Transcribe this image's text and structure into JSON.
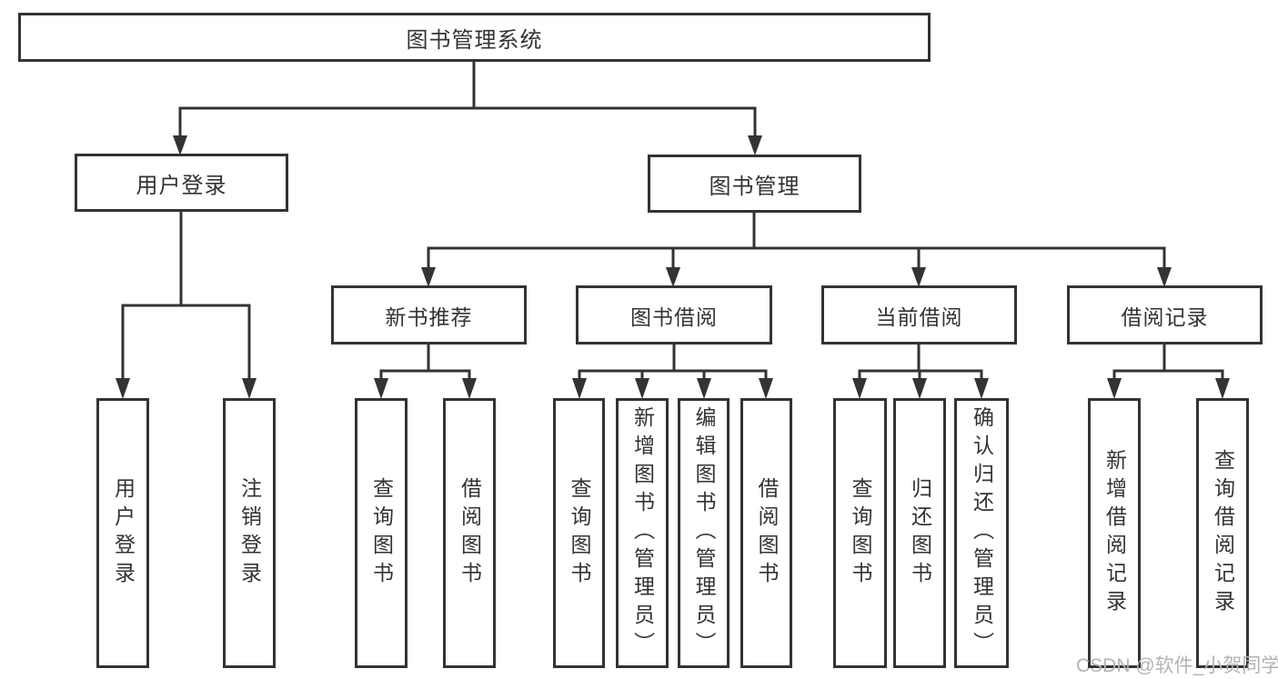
{
  "diagram": {
    "title": "图书管理系统",
    "branches": {
      "user_login": {
        "label": "用户登录",
        "children": [
          "用户登录",
          "注销登录"
        ]
      },
      "book_management": {
        "label": "图书管理",
        "children": {
          "new_book_recommend": {
            "label": "新书推荐",
            "children": [
              "查询图书",
              "借阅图书"
            ]
          },
          "book_borrow": {
            "label": "图书借阅",
            "children": [
              "查询图书",
              "新增图书（管理员）",
              "编辑图书（管理员）",
              "借阅图书"
            ]
          },
          "current_borrow": {
            "label": "当前借阅",
            "children": [
              "查询图书",
              "归还图书",
              "确认归还（管理员）"
            ]
          },
          "borrow_records": {
            "label": "借阅记录",
            "children": [
              "新增借阅记录",
              "查询借阅记录"
            ]
          }
        }
      }
    },
    "watermark": "CSDN @软件_小贺同学",
    "colors": {
      "line": "#333333",
      "text": "#333333",
      "watermark": "#b3b3b3",
      "background": "#ffffff"
    }
  }
}
